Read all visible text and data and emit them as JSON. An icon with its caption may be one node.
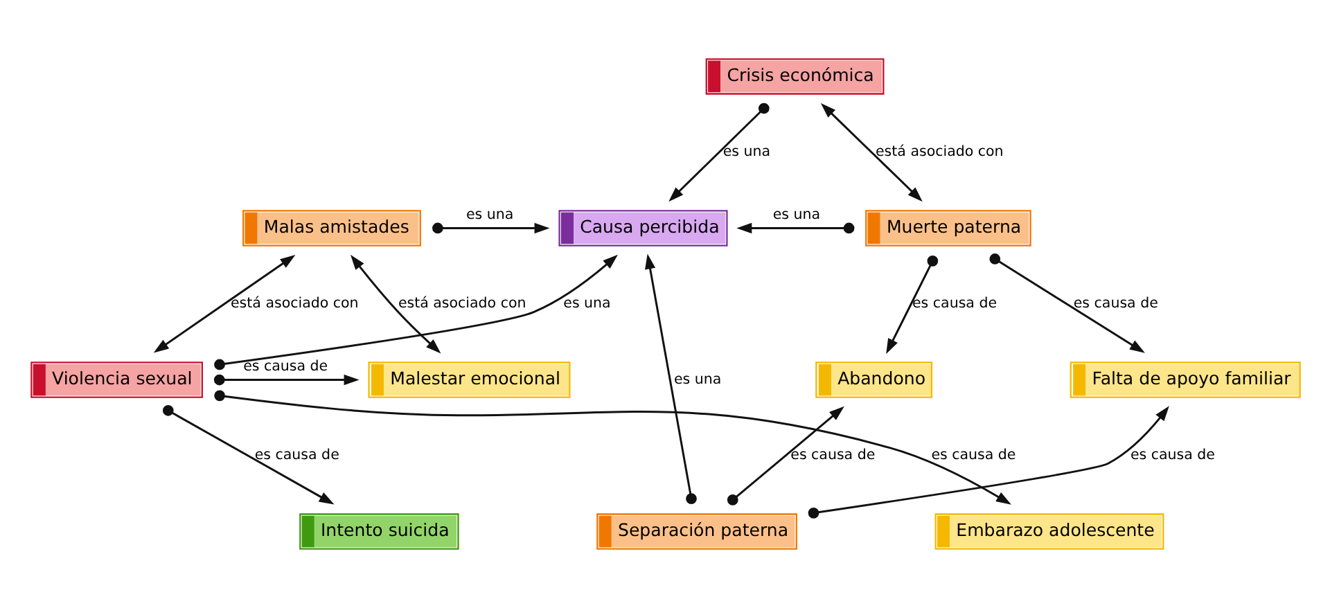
{
  "diagram": {
    "nodes": [
      {
        "text": [
          "Crisis económica"
        ]
      },
      {
        "text": [
          "Malas amistades"
        ]
      },
      {
        "text": [
          "Causa percibida"
        ]
      },
      {
        "text": [
          "Muerte paterna"
        ]
      },
      {
        "text": [
          "Malestar emocional"
        ]
      },
      {
        "text": [
          "Violencia sexual"
        ]
      },
      {
        "text": [
          "Abandono"
        ]
      },
      {
        "text": [
          "Falta de apoyo familiar"
        ]
      },
      {
        "text": [
          "Intento suicida"
        ]
      },
      {
        "text": [
          "Separación paterna"
        ]
      },
      {
        "text": [
          "Embarazo adolescente"
        ]
      }
    ],
    "edges": [
      {
        "from": 0,
        "to": 2,
        "arrow": "to",
        "label": "es una"
      },
      {
        "from": 0,
        "to": 3,
        "arrow": "both",
        "label": "está asociado con"
      },
      {
        "from": 1,
        "to": 2,
        "arrow": "to",
        "label": "es una"
      },
      {
        "from": 3,
        "to": 2,
        "arrow": "to",
        "label": "es una"
      },
      {
        "from": 1,
        "to": 4,
        "arrow": "both",
        "label": "está asociado con"
      },
      {
        "from": 1,
        "to": 5,
        "arrow": "both",
        "label": "está asociado con"
      },
      {
        "from": 5,
        "to": 2,
        "arrow": "to",
        "label": "es una"
      },
      {
        "from": 9,
        "to": 2,
        "arrow": "to",
        "label": "es una"
      },
      {
        "from": 3,
        "to": 6,
        "arrow": "to",
        "label": "es causa de"
      },
      {
        "from": 3,
        "to": 7,
        "arrow": "to",
        "label": "es causa de"
      },
      {
        "from": 5,
        "to": 4,
        "arrow": "to",
        "label": "es causa de"
      },
      {
        "from": 5,
        "to": 8,
        "arrow": "to",
        "label": "es causa de"
      },
      {
        "from": 5,
        "to": 10,
        "arrow": "to",
        "label": "es causa de"
      },
      {
        "from": 9,
        "to": 6,
        "arrow": "to",
        "label": "es causa de"
      },
      {
        "from": 9,
        "to": 7,
        "arrow": "to",
        "label": "es causa de"
      }
    ]
  }
}
